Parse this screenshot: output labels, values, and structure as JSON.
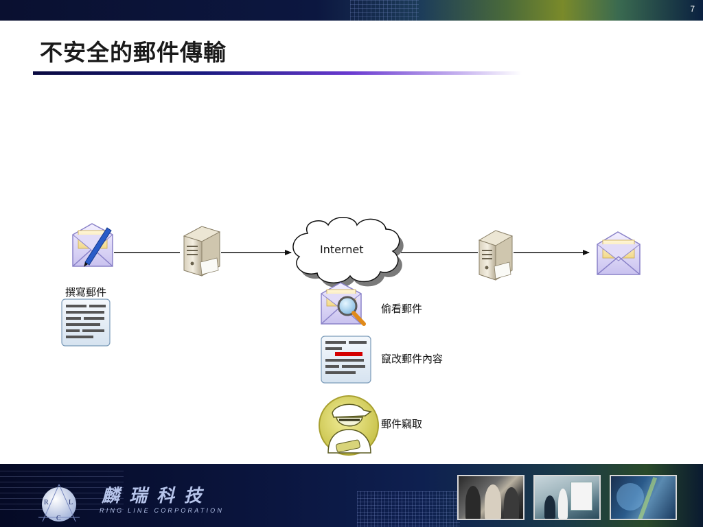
{
  "slide": {
    "number": "7",
    "title": "不安全的郵件傳輸"
  },
  "diagram": {
    "nodes": {
      "internet": "Internet",
      "compose": "撰寫郵件",
      "sniff": "偷看郵件",
      "tamper": "竄改郵件內容",
      "steal": "郵件竊取"
    },
    "icons": {
      "compose_envelope": "envelope-pen-icon",
      "sender_server": "mail-server-icon",
      "cloud": "cloud-icon",
      "receiver_server": "mail-server-icon",
      "recipient_envelope": "open-envelope-icon",
      "document": "document-icon",
      "sniff_envelope": "envelope-magnifier-icon",
      "tamper_document": "tampered-document-icon",
      "spy": "spy-icon"
    },
    "colors": {
      "arrow": "#111111",
      "tamper_mark": "#d40000",
      "spy_badge": "#c8c24a"
    }
  },
  "footer": {
    "logo_letters": [
      "R",
      "L",
      "C"
    ],
    "company_cn": "麟瑞科技",
    "company_en": "RING LINE CORPORATION"
  }
}
